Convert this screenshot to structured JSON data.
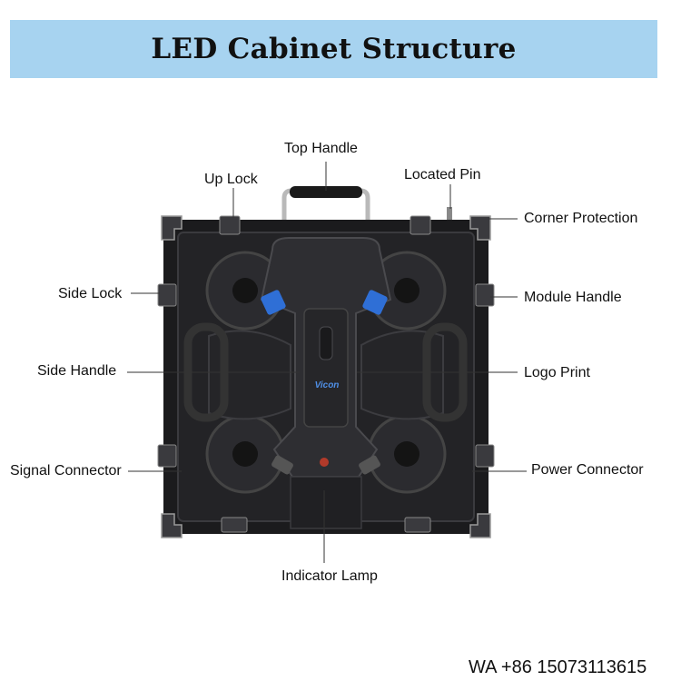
{
  "header": {
    "title": "LED Cabinet Structure"
  },
  "labels": {
    "top_handle": "Top Handle",
    "up_lock": "Up Lock",
    "located_pin": "Located Pin",
    "corner_protection": "Corner Protection",
    "side_lock": "Side Lock",
    "module_handle": "Module Handle",
    "side_handle": "Side Handle",
    "logo_print": "Logo Print",
    "signal_connector": "Signal Connector",
    "power_connector": "Power Connector",
    "indicator_lamp": "Indicator Lamp"
  },
  "logo": {
    "text": "Vicon"
  },
  "footer": {
    "contact": "WA +86 15073113615"
  },
  "colors": {
    "title_bg": "#a7d3f0",
    "cabinet": "#1b1b1d",
    "accent_blue": "#2f6fd6"
  }
}
